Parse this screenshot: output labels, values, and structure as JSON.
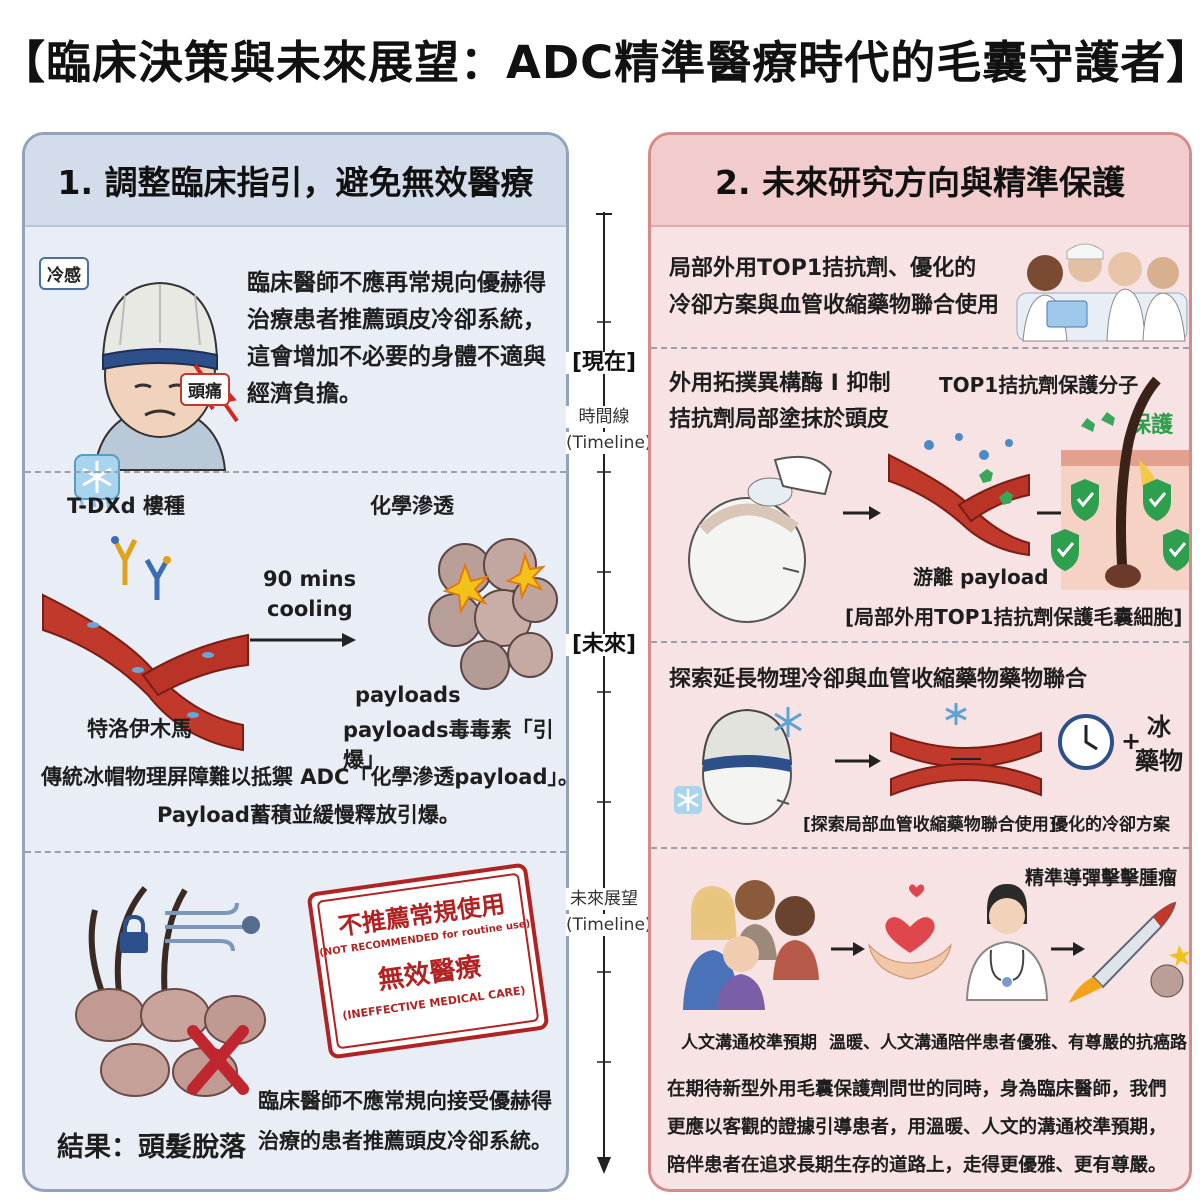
{
  "title": "【臨床決策與未來展望：ADC精準醫療時代的毛囊守護者】",
  "left": {
    "heading": "1. 調整臨床指引，避免無效醫療",
    "s1": {
      "tag_cold": "冷感",
      "tag_pain": "頭痛",
      "text": [
        "臨床醫師不應再常規向優赫得",
        "治療患者推薦頭皮冷卻系統，",
        "這會增加不必要的身體不適與",
        "經濟負擔。"
      ]
    },
    "s2": {
      "drug_label": "T-DXd 樓種",
      "penetration": "化學滲透",
      "cooling_1": "90 mins",
      "cooling_2": "cooling",
      "vessel_label": "特洛伊木馬",
      "payloads": "payloads",
      "payloads_toxin": "payloads毒毒素「引爆」",
      "summary_1": "傳統冰帽物理屏障難以抵禦 ADC「化學滲透payload」。",
      "summary_2": "Payload蓄積並緩慢釋放引爆。"
    },
    "s3": {
      "stamp_main": "不推薦常規使用",
      "stamp_en1": "(NOT RECOMMENDED for routine use)",
      "stamp_main2": "無效醫療",
      "stamp_en2": "(INEFFECTIVE MEDICAL CARE)",
      "result": "結果：頭髮脫落",
      "text": [
        "臨床醫師不應常規向接受優赫得",
        "治療的患者推薦頭皮冷卻系統。"
      ]
    }
  },
  "timeline": {
    "now": "[現在]",
    "timeline_zh": "時間線",
    "timeline_en": "(Timeline)",
    "future": "[未來]",
    "outlook": "未來展望",
    "outlook_en": "(Timeline)"
  },
  "right": {
    "heading": "2. 未來研究方向與精準保護",
    "s1": {
      "text": [
        "局部外用TOP1拮抗劑、優化的",
        "冷卻方案與血管收縮藥物聯合使用"
      ]
    },
    "s2": {
      "title_1": "外用拓撲異構酶 I 抑制",
      "title_2": "拮抗劑局部塗抹於頭皮",
      "molecule": "TOP1拮抗劑保護分子",
      "protect": "保護",
      "free_payload": "游離 payload",
      "caption": "[局部外用TOP1拮抗劑保護毛囊細胞]"
    },
    "s3": {
      "title": "探索延長物理冷卻與血管收縮藥物藥物聯合",
      "ice": "冰",
      "drug": "藥物",
      "caption_1": "[探索局部血管收縮藥物聯合使用]",
      "caption_2": "優化的冷卻方案"
    },
    "s4": {
      "rocket_label": "精準導彈擊擊腫瘤",
      "cap_1": "人文溝通校準預期",
      "cap_2": "溫暖、人文溝通陪伴患者",
      "cap_3": "優雅、有尊嚴的抗癌路",
      "text": [
        "在期待新型外用毛囊保護劑問世的同時，身為臨床醫師，我們",
        "更應以客觀的證據引導患者，用溫暖、人文的溝通校準預期，",
        "陪伴患者在追求長期生存的道路上，走得更優雅、更有尊嚴。"
      ]
    }
  },
  "colors": {
    "left_bg": "#e9edf5",
    "right_bg": "#f7e3e3",
    "stamp_red": "#b22222",
    "vessel_red": "#c0392b",
    "protect_green": "#2e9e4f"
  },
  "icons": [
    "scalp-cooling-cap-icon",
    "snowflake-icon",
    "lightning-icon",
    "antibody-icon",
    "blood-vessel-icon",
    "cell-cluster-icon",
    "explosion-icon",
    "hair-follicle-icon",
    "lock-icon",
    "wind-icon",
    "cross-icon",
    "doctors-group-icon",
    "hand-applying-cream-icon",
    "shield-check-icon",
    "clock-icon",
    "patients-group-icon",
    "heart-hands-icon",
    "doctor-icon",
    "rocket-icon"
  ]
}
